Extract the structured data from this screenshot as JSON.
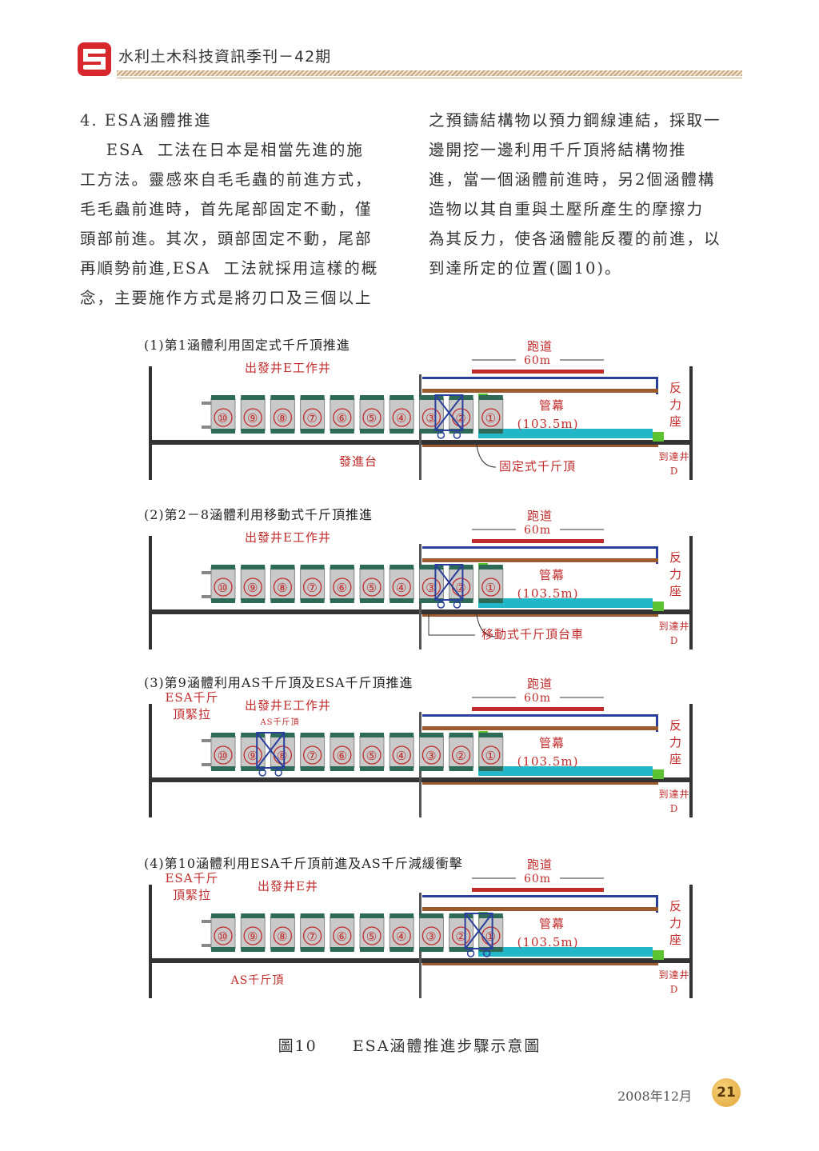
{
  "header": {
    "title": "水利土木科技資訊季刊－42期",
    "colors": {
      "logo": "#d8262d",
      "band": "#c9a983"
    }
  },
  "body": {
    "left_lines": [
      "4. ESA涵體推進",
      "    ESA  工法在日本是相當先進的施",
      "工方法。靈感來自毛毛蟲的前進方式，",
      "毛毛蟲前進時，首先尾部固定不動，僅",
      "頭部前進。其次，頭部固定不動，尾部",
      "再順勢前進,ESA  工法就採用這樣的概",
      "念，主要施作方式是將刃口及三個以上"
    ],
    "right_lines": [
      "之預鑄結構物以預力鋼線連結，採取一",
      "邊開挖一邊利用千斤頂將結構物推",
      "進，當一個涵體前進時，另2個涵體構",
      "造物以其自重與土壓所產生的摩擦力",
      "為其反力，使各涵體能反覆的前進，以",
      "到達所定的位置(圖10)。"
    ]
  },
  "figure": {
    "colors": {
      "blue": "#2a3f9b",
      "red": "#c22b2b",
      "teal": "#22b6c6",
      "green": "#5cc232",
      "brown": "#9b5b2f",
      "grey": "#c9c9c9",
      "dkgreen": "#2d6b58"
    },
    "box_labels": [
      "⑩",
      "⑨",
      "⑧",
      "⑦",
      "⑥",
      "⑤",
      "④",
      "③",
      "②",
      "①"
    ],
    "panels": [
      {
        "title": "(1)第1涵體利用固定式千斤頂推進",
        "well": "出發井E工作井",
        "runway": "跑道",
        "runway_len": "60m",
        "pipe": "管幕",
        "pipe_len": "(103.5m)",
        "reaction": "反力座",
        "arrival": "到達井D",
        "note_a": "發進台",
        "note_b": "固定式千斤頂",
        "esa": "",
        "as_small": "",
        "as_bottom": "",
        "jack_index": 2
      },
      {
        "title": "(2)第2－8涵體利用移動式千斤頂推進",
        "well": "出發井E工作井",
        "runway": "跑道",
        "runway_len": "60m",
        "pipe": "管幕",
        "pipe_len": "(103.5m)",
        "reaction": "反力座",
        "arrival": "到達井D",
        "note_a": "",
        "note_b": "移動式千斤頂台車",
        "esa": "",
        "as_small": "",
        "as_bottom": "",
        "jack_index": 2
      },
      {
        "title": "(3)第9涵體利用AS千斤頂及ESA千斤頂推進",
        "well": "出發井E工作井",
        "runway": "跑道",
        "runway_len": "60m",
        "pipe": "管幕",
        "pipe_len": "(103.5m)",
        "reaction": "反力座",
        "arrival": "到達井D",
        "note_a": "",
        "note_b": "",
        "esa": "ESA千斤頂緊拉",
        "as_small": "AS千斤頂",
        "as_bottom": "",
        "jack_index": 8
      },
      {
        "title": "(4)第10涵體利用ESA千斤頂前進及AS千斤減緩衝擊",
        "well": "出發井E井",
        "runway": "跑道",
        "runway_len": "60m",
        "pipe": "管幕",
        "pipe_len": "(103.5m)",
        "reaction": "反力座",
        "arrival": "到達井D",
        "note_a": "",
        "note_b": "",
        "esa": "ESA千斤頂緊拉",
        "as_small": "",
        "as_bottom": "AS千斤頂",
        "jack_index": 1
      }
    ]
  },
  "caption": {
    "number": "圖10",
    "text": "ESA涵體推進步驟示意圖"
  },
  "footer": {
    "date": "2008年12月",
    "page": "21"
  }
}
